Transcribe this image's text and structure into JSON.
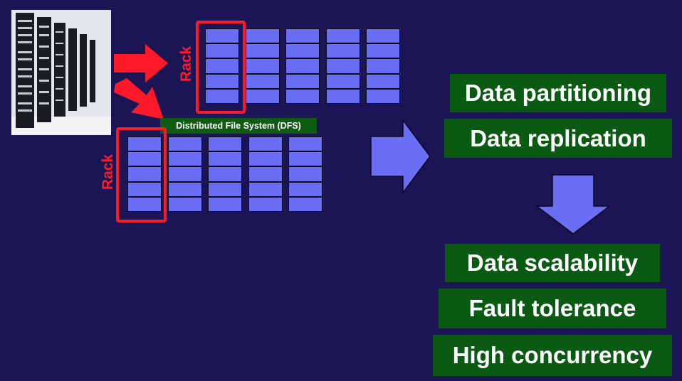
{
  "image": {
    "icon": "server-racks-photo"
  },
  "dfs": {
    "label": "Distributed File System (DFS)"
  },
  "racks": [
    {
      "label": "Rack"
    },
    {
      "label": "Rack"
    }
  ],
  "techniques": [
    "Data partitioning",
    "Data replication"
  ],
  "benefits": [
    "Data scalability",
    "Fault tolerance",
    "High concurrency"
  ],
  "colors": {
    "background": "#1b1556",
    "block": "#6a6ef5",
    "rack_frame": "#ff1a2a",
    "label_box": "#0b5a14",
    "big_arrow": "#6a6ef5",
    "small_arrows": "#ff1a2a"
  }
}
